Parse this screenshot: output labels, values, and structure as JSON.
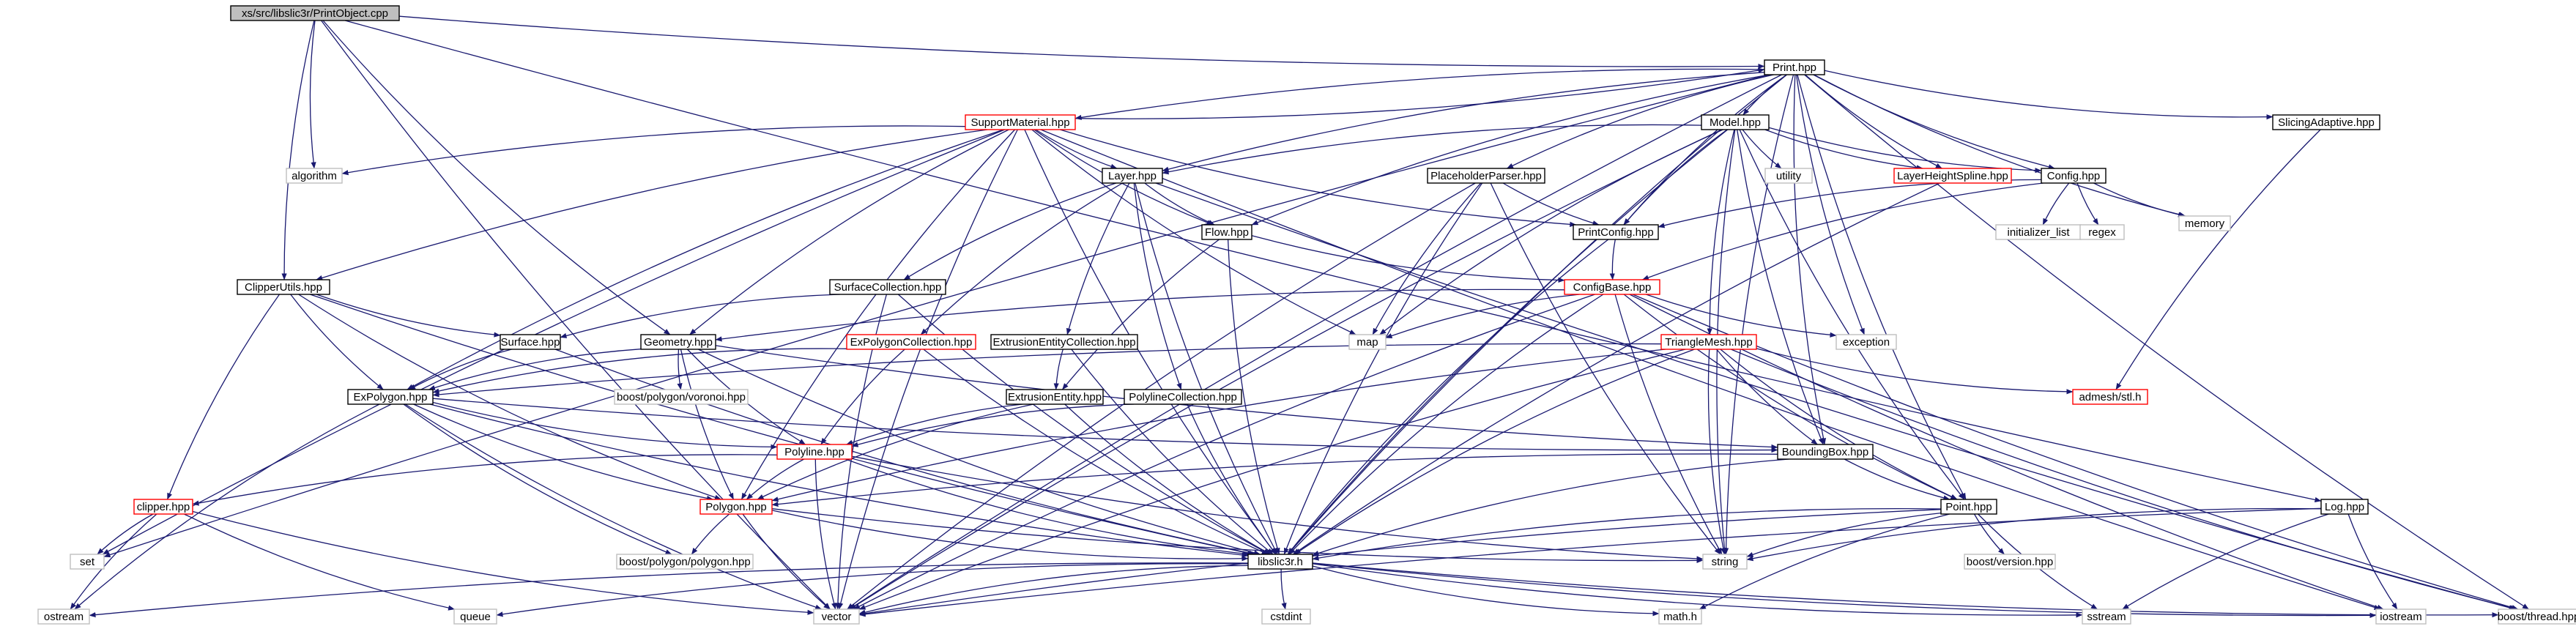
{
  "diagram": {
    "root": "xs/src/libslic3r/PrintObject.cpp",
    "colors": {
      "edge": "#191970",
      "text": "#000000",
      "root_fill": "#bfbfbf",
      "node_border": "#000000",
      "truncated_border": "#ff0000",
      "external_border": "#bfbfbf",
      "node_fill": "#ffffff"
    },
    "nodes": [
      {
        "id": "root",
        "label": "xs/src/libslic3r/PrintObject.cpp",
        "kind": "root"
      },
      {
        "id": "print",
        "label": "Print.hpp",
        "kind": "normal"
      },
      {
        "id": "support",
        "label": "SupportMaterial.hpp",
        "kind": "truncated"
      },
      {
        "id": "model",
        "label": "Model.hpp",
        "kind": "normal"
      },
      {
        "id": "slicingadaptive",
        "label": "SlicingAdaptive.hpp",
        "kind": "normal"
      },
      {
        "id": "algorithm",
        "label": "algorithm",
        "kind": "external"
      },
      {
        "id": "layer",
        "label": "Layer.hpp",
        "kind": "normal"
      },
      {
        "id": "utility",
        "label": "utility",
        "kind": "external"
      },
      {
        "id": "layerheight",
        "label": "LayerHeightSpline.hpp",
        "kind": "truncated"
      },
      {
        "id": "config",
        "label": "Config.hpp",
        "kind": "normal"
      },
      {
        "id": "placeholder",
        "label": "PlaceholderParser.hpp",
        "kind": "normal"
      },
      {
        "id": "memory",
        "label": "memory",
        "kind": "external"
      },
      {
        "id": "flow",
        "label": "Flow.hpp",
        "kind": "normal"
      },
      {
        "id": "printconfig",
        "label": "PrintConfig.hpp",
        "kind": "normal"
      },
      {
        "id": "initlist",
        "label": "initializer_list",
        "kind": "external"
      },
      {
        "id": "regex",
        "label": "regex",
        "kind": "external"
      },
      {
        "id": "clipperutils",
        "label": "ClipperUtils.hpp",
        "kind": "normal"
      },
      {
        "id": "surfacecoll",
        "label": "SurfaceCollection.hpp",
        "kind": "normal"
      },
      {
        "id": "configbase",
        "label": "ConfigBase.hpp",
        "kind": "truncated"
      },
      {
        "id": "surface",
        "label": "Surface.hpp",
        "kind": "normal"
      },
      {
        "id": "geometry",
        "label": "Geometry.hpp",
        "kind": "normal"
      },
      {
        "id": "expolycoll",
        "label": "ExPolygonCollection.hpp",
        "kind": "truncated"
      },
      {
        "id": "extentcoll",
        "label": "ExtrusionEntityCollection.hpp",
        "kind": "normal"
      },
      {
        "id": "map",
        "label": "map",
        "kind": "external"
      },
      {
        "id": "trianglemesh",
        "label": "TriangleMesh.hpp",
        "kind": "truncated"
      },
      {
        "id": "exception",
        "label": "exception",
        "kind": "external"
      },
      {
        "id": "admesh",
        "label": "admesh/stl.h",
        "kind": "truncated"
      },
      {
        "id": "expolygon",
        "label": "ExPolygon.hpp",
        "kind": "normal"
      },
      {
        "id": "voronoi",
        "label": "boost/polygon/voronoi.hpp",
        "kind": "external"
      },
      {
        "id": "extentity",
        "label": "ExtrusionEntity.hpp",
        "kind": "normal"
      },
      {
        "id": "polylinecoll",
        "label": "PolylineCollection.hpp",
        "kind": "normal"
      },
      {
        "id": "polyline",
        "label": "Polyline.hpp",
        "kind": "truncated"
      },
      {
        "id": "bbox",
        "label": "BoundingBox.hpp",
        "kind": "normal"
      },
      {
        "id": "clipper",
        "label": "clipper.hpp",
        "kind": "truncated"
      },
      {
        "id": "polygon",
        "label": "Polygon.hpp",
        "kind": "truncated"
      },
      {
        "id": "point",
        "label": "Point.hpp",
        "kind": "normal"
      },
      {
        "id": "log",
        "label": "Log.hpp",
        "kind": "normal"
      },
      {
        "id": "set",
        "label": "set",
        "kind": "external"
      },
      {
        "id": "string",
        "label": "string",
        "kind": "external"
      },
      {
        "id": "libslic3r",
        "label": "libslic3r.h",
        "kind": "normal"
      },
      {
        "id": "bpolygon",
        "label": "boost/polygon/polygon.hpp",
        "kind": "external"
      },
      {
        "id": "bversion",
        "label": "boost/version.hpp",
        "kind": "external"
      },
      {
        "id": "ostream",
        "label": "ostream",
        "kind": "external"
      },
      {
        "id": "queue",
        "label": "queue",
        "kind": "external"
      },
      {
        "id": "vector",
        "label": "vector",
        "kind": "external"
      },
      {
        "id": "cstdint",
        "label": "cstdint",
        "kind": "external"
      },
      {
        "id": "mathh",
        "label": "math.h",
        "kind": "external"
      },
      {
        "id": "sstream",
        "label": "sstream",
        "kind": "external"
      },
      {
        "id": "iostream",
        "label": "iostream",
        "kind": "external"
      },
      {
        "id": "bthread",
        "label": "boost/thread.hpp",
        "kind": "external"
      }
    ],
    "edges": [
      [
        "root",
        "print"
      ],
      [
        "root",
        "clipperutils"
      ],
      [
        "root",
        "geometry"
      ],
      [
        "root",
        "algorithm"
      ],
      [
        "root",
        "vector"
      ],
      [
        "root",
        "log"
      ],
      [
        "print",
        "support"
      ],
      [
        "print",
        "model"
      ],
      [
        "print",
        "slicingadaptive"
      ],
      [
        "print",
        "layer"
      ],
      [
        "print",
        "layerheight"
      ],
      [
        "print",
        "config"
      ],
      [
        "print",
        "placeholder"
      ],
      [
        "print",
        "printconfig"
      ],
      [
        "print",
        "flow"
      ],
      [
        "print",
        "set"
      ],
      [
        "print",
        "exception"
      ],
      [
        "print",
        "memory"
      ],
      [
        "print",
        "string"
      ],
      [
        "print",
        "vector"
      ],
      [
        "print",
        "bbox"
      ],
      [
        "print",
        "libslic3r"
      ],
      [
        "print",
        "point"
      ],
      [
        "print",
        "bthread"
      ],
      [
        "support",
        "print"
      ],
      [
        "support",
        "algorithm"
      ],
      [
        "support",
        "layer"
      ],
      [
        "support",
        "flow"
      ],
      [
        "support",
        "printconfig"
      ],
      [
        "support",
        "clipperutils"
      ],
      [
        "support",
        "geometry"
      ],
      [
        "support",
        "expolygon"
      ],
      [
        "support",
        "map"
      ],
      [
        "support",
        "polygon"
      ],
      [
        "support",
        "libslic3r"
      ],
      [
        "support",
        "vector"
      ],
      [
        "support",
        "iostream"
      ],
      [
        "support",
        "set"
      ],
      [
        "model",
        "layer"
      ],
      [
        "model",
        "utility"
      ],
      [
        "model",
        "layerheight"
      ],
      [
        "model",
        "config"
      ],
      [
        "model",
        "printconfig"
      ],
      [
        "model",
        "map"
      ],
      [
        "model",
        "trianglemesh"
      ],
      [
        "model",
        "bbox"
      ],
      [
        "model",
        "vector"
      ],
      [
        "model",
        "libslic3r"
      ],
      [
        "model",
        "point"
      ],
      [
        "model",
        "string"
      ],
      [
        "slicingadaptive",
        "admesh"
      ],
      [
        "layer",
        "flow"
      ],
      [
        "layer",
        "surfacecoll"
      ],
      [
        "layer",
        "expolycoll"
      ],
      [
        "layer",
        "extentcoll"
      ],
      [
        "layer",
        "polylinecoll"
      ],
      [
        "layer",
        "libslic3r"
      ],
      [
        "layer",
        "bthread"
      ],
      [
        "layerheight",
        "libslic3r"
      ],
      [
        "config",
        "printconfig"
      ],
      [
        "config",
        "configbase"
      ],
      [
        "config",
        "initlist"
      ],
      [
        "config",
        "regex"
      ],
      [
        "config",
        "memory"
      ],
      [
        "placeholder",
        "printconfig"
      ],
      [
        "placeholder",
        "map"
      ],
      [
        "placeholder",
        "string"
      ],
      [
        "placeholder",
        "vector"
      ],
      [
        "placeholder",
        "libslic3r"
      ],
      [
        "flow",
        "configbase"
      ],
      [
        "flow",
        "extentity"
      ],
      [
        "flow",
        "libslic3r"
      ],
      [
        "printconfig",
        "configbase"
      ],
      [
        "printconfig",
        "libslic3r"
      ],
      [
        "clipperutils",
        "surface"
      ],
      [
        "clipperutils",
        "expolygon"
      ],
      [
        "clipperutils",
        "clipper"
      ],
      [
        "clipperutils",
        "polygon"
      ],
      [
        "clipperutils",
        "libslic3r"
      ],
      [
        "surfacecoll",
        "surface"
      ],
      [
        "surfacecoll",
        "libslic3r"
      ],
      [
        "surfacecoll",
        "vector"
      ],
      [
        "configbase",
        "geometry"
      ],
      [
        "configbase",
        "map"
      ],
      [
        "configbase",
        "exception"
      ],
      [
        "configbase",
        "libslic3r"
      ],
      [
        "configbase",
        "point"
      ],
      [
        "configbase",
        "string"
      ],
      [
        "configbase",
        "vector"
      ],
      [
        "configbase",
        "iostream"
      ],
      [
        "configbase",
        "bthread"
      ],
      [
        "surface",
        "expolygon"
      ],
      [
        "surface",
        "libslic3r"
      ],
      [
        "geometry",
        "expolygon"
      ],
      [
        "geometry",
        "voronoi"
      ],
      [
        "geometry",
        "bbox"
      ],
      [
        "geometry",
        "polyline"
      ],
      [
        "geometry",
        "polygon"
      ],
      [
        "geometry",
        "libslic3r"
      ],
      [
        "expolycoll",
        "expolygon"
      ],
      [
        "expolycoll",
        "polyline"
      ],
      [
        "expolycoll",
        "libslic3r"
      ],
      [
        "extentcoll",
        "extentity"
      ],
      [
        "extentcoll",
        "libslic3r"
      ],
      [
        "trianglemesh",
        "admesh"
      ],
      [
        "trianglemesh",
        "bbox"
      ],
      [
        "trianglemesh",
        "expolygon"
      ],
      [
        "trianglemesh",
        "polygon"
      ],
      [
        "trianglemesh",
        "point"
      ],
      [
        "trianglemesh",
        "libslic3r"
      ],
      [
        "trianglemesh",
        "vector"
      ],
      [
        "trianglemesh",
        "string"
      ],
      [
        "trianglemesh",
        "bthread"
      ],
      [
        "expolygon",
        "polyline"
      ],
      [
        "expolygon",
        "polygon"
      ],
      [
        "expolygon",
        "bbox"
      ],
      [
        "expolygon",
        "libslic3r"
      ],
      [
        "expolygon",
        "ostream"
      ],
      [
        "expolygon",
        "vector"
      ],
      [
        "expolygon",
        "bpolygon"
      ],
      [
        "extentity",
        "polyline"
      ],
      [
        "extentity",
        "polygon"
      ],
      [
        "extentity",
        "libslic3r"
      ],
      [
        "polylinecoll",
        "polyline"
      ],
      [
        "polylinecoll",
        "libslic3r"
      ],
      [
        "polyline",
        "polygon"
      ],
      [
        "polyline",
        "clipper"
      ],
      [
        "polyline",
        "libslic3r"
      ],
      [
        "polyline",
        "vector"
      ],
      [
        "polyline",
        "string"
      ],
      [
        "bbox",
        "polygon"
      ],
      [
        "bbox",
        "point"
      ],
      [
        "bbox",
        "libslic3r"
      ],
      [
        "clipper",
        "set"
      ],
      [
        "clipper",
        "ostream"
      ],
      [
        "clipper",
        "queue"
      ],
      [
        "clipper",
        "vector"
      ],
      [
        "polygon",
        "bpolygon"
      ],
      [
        "polygon",
        "libslic3r"
      ],
      [
        "polygon",
        "vector"
      ],
      [
        "polygon",
        "string"
      ],
      [
        "point",
        "libslic3r"
      ],
      [
        "point",
        "string"
      ],
      [
        "point",
        "bversion"
      ],
      [
        "point",
        "vector"
      ],
      [
        "point",
        "sstream"
      ],
      [
        "point",
        "mathh"
      ],
      [
        "log",
        "string"
      ],
      [
        "log",
        "vector"
      ],
      [
        "log",
        "sstream"
      ],
      [
        "log",
        "iostream"
      ],
      [
        "libslic3r",
        "ostream"
      ],
      [
        "libslic3r",
        "queue"
      ],
      [
        "libslic3r",
        "vector"
      ],
      [
        "libslic3r",
        "cstdint"
      ],
      [
        "libslic3r",
        "mathh"
      ],
      [
        "libslic3r",
        "sstream"
      ],
      [
        "libslic3r",
        "iostream"
      ],
      [
        "libslic3r",
        "bthread"
      ]
    ]
  }
}
